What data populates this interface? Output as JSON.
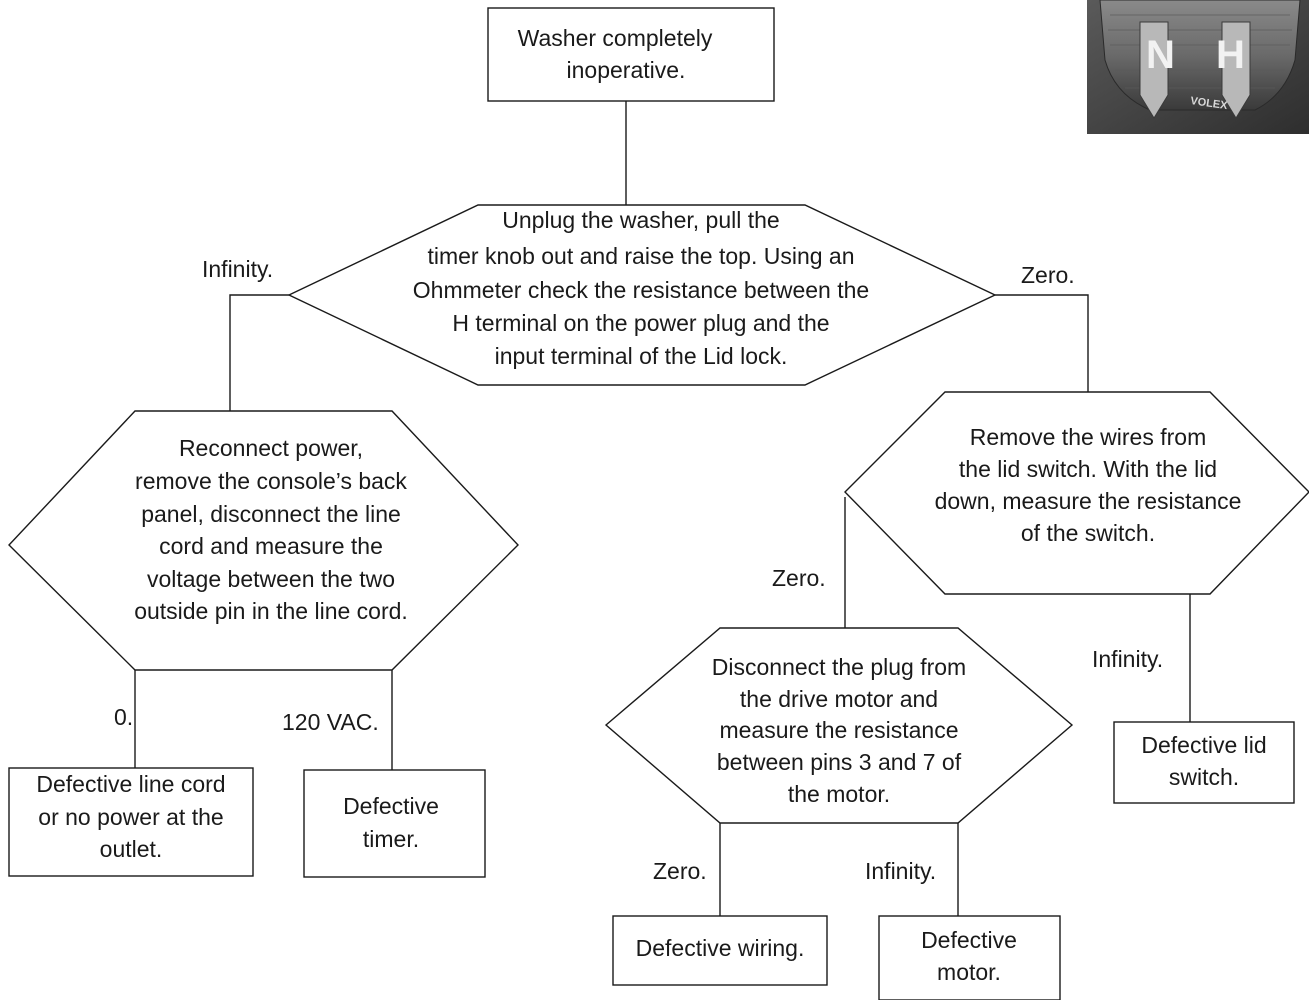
{
  "nodes": {
    "start": {
      "lines": [
        "Washer completely",
        "inoperative."
      ]
    },
    "check_h_terminal": {
      "lines": [
        "Unplug the washer, pull the",
        "timer knob out and raise the top. Using an",
        "Ohmmeter check the resistance between the",
        "H terminal on the power plug and the",
        "input terminal of the Lid lock."
      ]
    },
    "measure_voltage": {
      "lines": [
        "Reconnect power,",
        "remove the console’s back",
        "panel, disconnect the line",
        "cord and measure the",
        "voltage between the two",
        "outside pin in the line cord."
      ]
    },
    "lid_switch_test": {
      "lines": [
        "Remove the wires from",
        "the lid switch. With the lid",
        "down, measure the resistance",
        "of the switch."
      ]
    },
    "drive_motor_test": {
      "lines": [
        "Disconnect the plug from",
        "the drive motor and",
        "measure the resistance",
        "between pins 3 and 7 of",
        "the motor."
      ]
    },
    "defective_line_cord": {
      "lines": [
        "Defective line cord",
        "or no power at the",
        "outlet."
      ]
    },
    "defective_timer": {
      "lines": [
        "Defective",
        "timer."
      ]
    },
    "defective_lid_switch": {
      "lines": [
        "Defective lid",
        "switch."
      ]
    },
    "defective_wiring": {
      "lines": [
        "Defective wiring."
      ]
    },
    "defective_motor": {
      "lines": [
        "Defective",
        "motor."
      ]
    }
  },
  "edge_labels": {
    "infinity_left": "Infinity.",
    "zero_right": "Zero.",
    "zero_voltage": "0.",
    "vac_120": "120 VAC.",
    "zero_lid": "Zero.",
    "infinity_lid": "Infinity.",
    "zero_motor": "Zero.",
    "infinity_motor": "Infinity."
  },
  "photo": {
    "plug_letters": [
      "N",
      "H"
    ],
    "brand": "VOLEX"
  }
}
